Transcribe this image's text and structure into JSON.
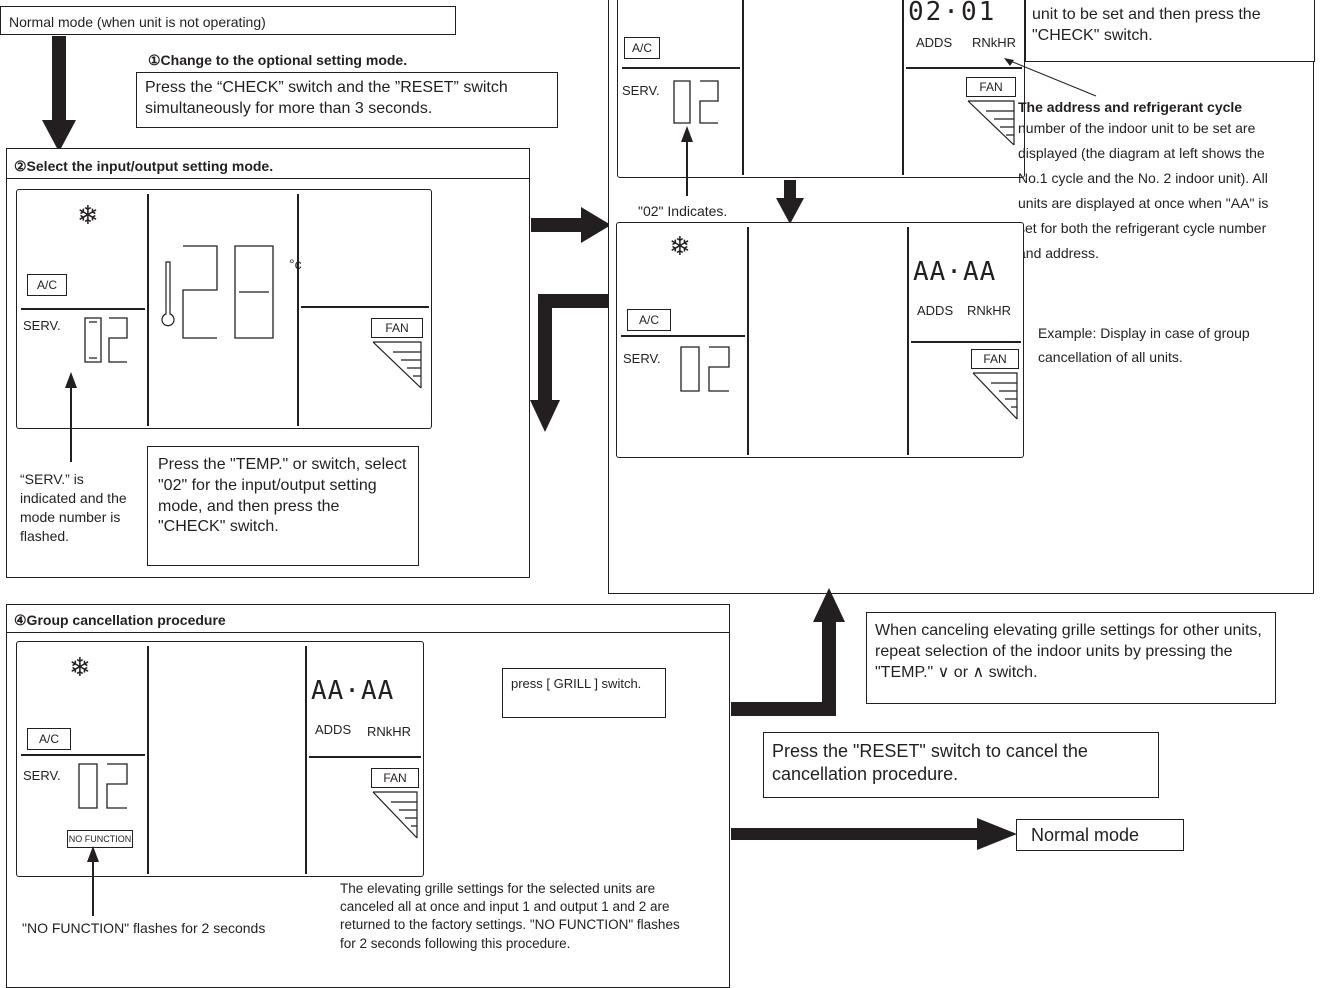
{
  "header": {
    "normal_mode_label": "Normal mode (when unit is not operating)"
  },
  "step1": {
    "title": "①Change to the optional setting mode.",
    "instruction": "Press the “CHECK” switch and the ”RESET” switch simultaneously for more than 3 seconds."
  },
  "step2": {
    "title": "②Select the input/output setting mode.",
    "instruction": "Press the \"TEMP.\" or  switch, select \"02\" for the input/output setting mode, and then press the \"CHECK\" switch.",
    "serv_note": "“SERV.” is indicated and the mode number is flashed.",
    "temp_digits": "28",
    "temp_unit": "°c"
  },
  "step3": {
    "top_right_text": "unit to be set and then press the \"CHECK\" switch.",
    "top_digits": "02·01",
    "address_note_bold": "The address and refrigerant cycle",
    "address_note": "number of the indoor unit to be set are displayed (the diagram at left shows the No.1 cycle and the No. 2 indoor unit). All units are displayed at once when \"AA\" is set for both the refrigerant cycle number and address.",
    "indicates_label": "\"02\" Indicates.",
    "example_note": "Example: Display in case of group cancellation of all units.",
    "display_digits": "AA·AA"
  },
  "step4": {
    "title": "④Group cancellation procedure",
    "press_grill": "press [ GRILL ] switch.",
    "no_function_note": "\"NO FUNCTION\" flashes for 2 seconds",
    "elevating_note": "The elevating grille settings for the selected units are canceled all at once and input 1 and output 1 and 2 are returned to the factory settings.  \"NO FUNCTION\" flashes for 2 seconds following this procedure.",
    "no_function_badge": "NO FUNCTION",
    "display_digits": "AA·AA"
  },
  "other_units_note": "When canceling elevating grille settings for other units, repeat selection of the indoor units by pressing the \"TEMP.\" ∨  or  ∧ switch.",
  "reset_note": "Press the \"RESET\" switch to cancel the cancellation procedure.",
  "normal_mode_result": "Normal mode",
  "lcd_labels": {
    "ac": "A/C",
    "serv": "SERV.",
    "fan": "FAN",
    "adds": "ADDS",
    "rnkhr": "RNkHR",
    "mode_number": "02"
  },
  "icons": {
    "snowflake": "snowflake-icon",
    "thermometer": "thermometer-icon",
    "fan_bars": "fan-level-icon"
  }
}
